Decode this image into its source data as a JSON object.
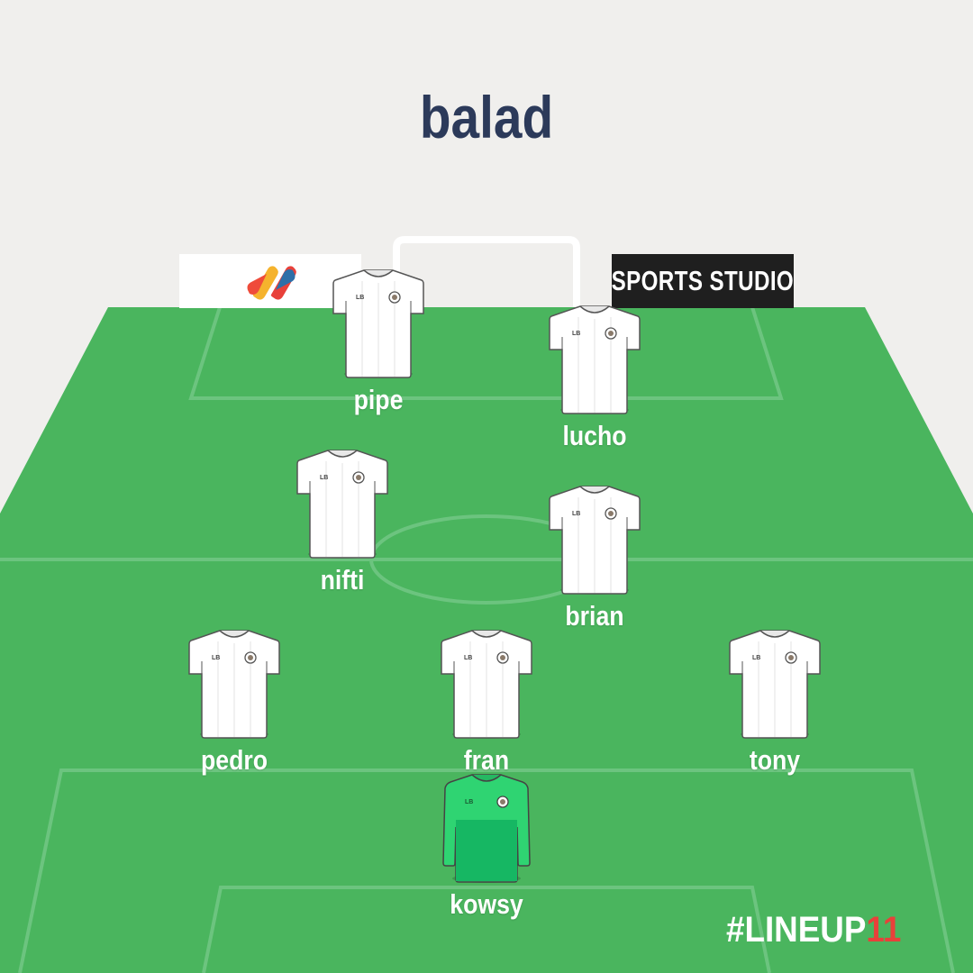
{
  "team_name": "balad",
  "sponsors": {
    "left_logo": "ss-logo",
    "right_text": "SPORTS STUDIO"
  },
  "branding": {
    "hashtag_text": "#LINEUP",
    "hashtag_number": "11"
  },
  "colors": {
    "background": "#f0efed",
    "pitch": "#4ab55e",
    "pitch_lines": "#76c98a",
    "title": "#2c3a5a",
    "outfield_kit": "#ffffff",
    "goalkeeper_kit": "#2ec468",
    "accent_red": "#e8413a"
  },
  "players": [
    {
      "name": "pipe",
      "kit": "outfield"
    },
    {
      "name": "lucho",
      "kit": "outfield"
    },
    {
      "name": "nifti",
      "kit": "outfield"
    },
    {
      "name": "brian",
      "kit": "outfield"
    },
    {
      "name": "pedro",
      "kit": "outfield"
    },
    {
      "name": "fran",
      "kit": "outfield"
    },
    {
      "name": "tony",
      "kit": "outfield"
    },
    {
      "name": "kowsy",
      "kit": "goalkeeper"
    }
  ],
  "shirt_badge_text": "LB"
}
